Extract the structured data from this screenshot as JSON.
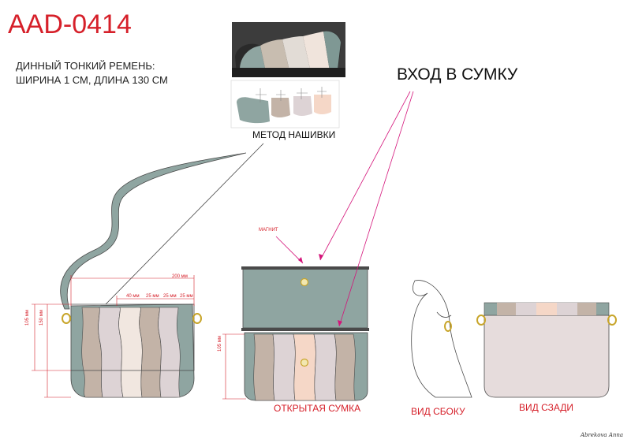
{
  "product_code": "AAD-0414",
  "strap_note": {
    "line1": "ДИННЫЙ ТОНКИЙ РЕМЕНЬ:",
    "line2": "ШИРИНА 1 СМ, ДЛИНА 130 СМ"
  },
  "entry_label": "ВХОД В СУМКУ",
  "method_label": "МЕТОД НАШИВКИ",
  "magnet_label": "МАГНИТ",
  "views": {
    "open": "ОТКРЫТАЯ СУМКА",
    "side": "ВИД СБОКУ",
    "back": "ВИД СЗАДИ"
  },
  "dimensions": {
    "width_total": "200 мм",
    "stripe_40": "40 мм",
    "stripe_25a": "25 мм",
    "stripe_25b": "25 мм",
    "stripe_25c": "25 мм",
    "height_105": "105 мм",
    "height_150": "150 мм",
    "open_height_105": "105 мм"
  },
  "signature": "Abrekova Anna",
  "colors": {
    "accent_red": "#d6202a",
    "magenta_line": "#d4147a",
    "sage": "#8fa5a1",
    "mushroom": "#c3b3a7",
    "lilac_grey": "#ddd3d5",
    "cream": "#f1e7e0",
    "peach": "#f5d7c7",
    "back_panel": "#e6dcdc",
    "hardware": "#c8a52a"
  }
}
